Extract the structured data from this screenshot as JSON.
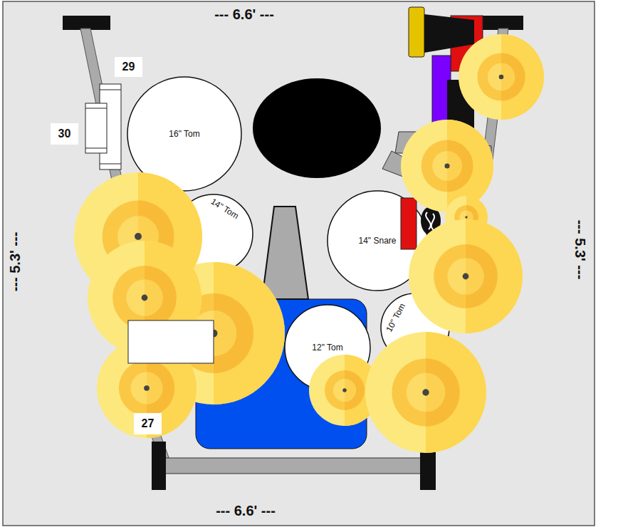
{
  "diagram": {
    "nodes": [
      {
        "text": [
          "29"
        ]
      },
      {
        "text": [
          "30"
        ]
      },
      {
        "text": [
          "16\" Tom"
        ]
      },
      {
        "text": [
          "14\" Tom"
        ]
      },
      {
        "text": [
          "14\" Snare"
        ]
      },
      {
        "text": [
          "10\" Tom"
        ]
      },
      {
        "text": [
          "12\" Tom"
        ]
      },
      {
        "text": [
          "27"
        ]
      }
    ],
    "labels": [
      "--- 6.6' ---",
      "--- 5.3' ---",
      "--- 5.3' ---",
      "--- 6.6' ---"
    ]
  }
}
